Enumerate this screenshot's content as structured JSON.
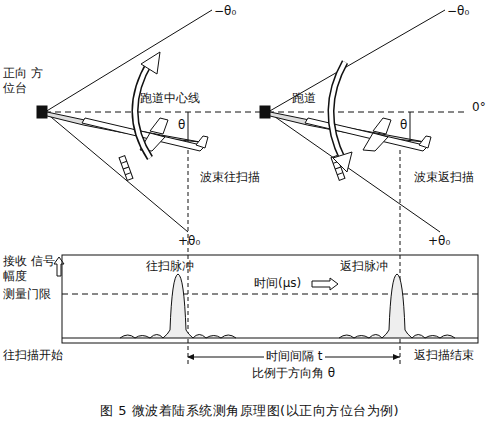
{
  "diagram": {
    "caption": "图 5  微波着陆系统测角原理图(以正向方位台为例)",
    "labels": [
      "−θ₀",
      "−θ₀",
      "正向 方位台",
      "跑道中心线",
      "跑道",
      "0°",
      "θ",
      "θ",
      "波束往扫描",
      "波束返扫描",
      "+θ₀",
      "+θ₀",
      "接收 信号幅度",
      "测量门限",
      "往扫脉冲",
      "时间(μs)",
      "返扫脉冲",
      "往扫描开始",
      "时间间隔 t",
      "比例于方向角 θ",
      "返扫描结束"
    ]
  }
}
